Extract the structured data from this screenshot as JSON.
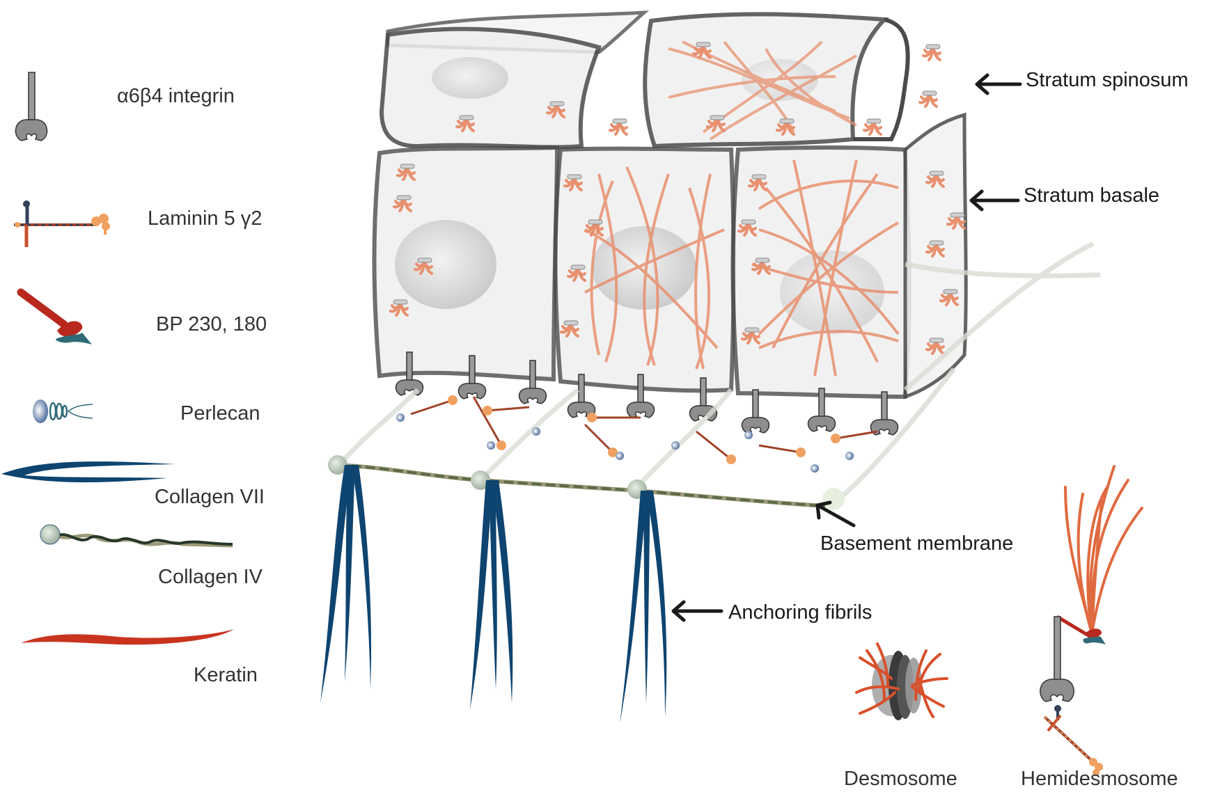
{
  "legend": {
    "items": [
      {
        "key": "integrin",
        "label": "α6β4 integrin",
        "icon": "integrin-icon"
      },
      {
        "key": "laminin",
        "label": "Laminin 5 γ2",
        "icon": "laminin-icon"
      },
      {
        "key": "bp",
        "label": "BP 230, 180",
        "icon": "bullous-pemphigoid-antigen-icon"
      },
      {
        "key": "perlecan",
        "label": "Perlecan",
        "icon": "perlecan-icon"
      },
      {
        "key": "collagen7",
        "label": "Collagen VII",
        "icon": "collagen-vii-icon"
      },
      {
        "key": "collagen4",
        "label": "Collagen IV",
        "icon": "collagen-iv-icon"
      },
      {
        "key": "keratin",
        "label": "Keratin",
        "icon": "keratin-icon"
      }
    ]
  },
  "annotations": {
    "stratum_spinosum": "Stratum spinosum",
    "stratum_basale": "Stratum basale",
    "basement_membrane": "Basement membrane",
    "anchoring_fibrils": "Anchoring fibrils"
  },
  "insets": {
    "desmosome": "Desmosome",
    "hemidesmosome": "Hemidesmosome"
  },
  "colors": {
    "cell_outline": "#555555",
    "cell_fill": "#eeeeee",
    "keratin": "#e8906e",
    "keratin_dark": "#d8502a",
    "collagen_vii": "#0e4470",
    "collagen_iv": "#5d6b48",
    "integrin": "#8a8a8a",
    "laminin_orange": "#f0a060",
    "bp_red": "#b8281e",
    "bp_teal": "#2f6a78",
    "text": "#333333"
  }
}
